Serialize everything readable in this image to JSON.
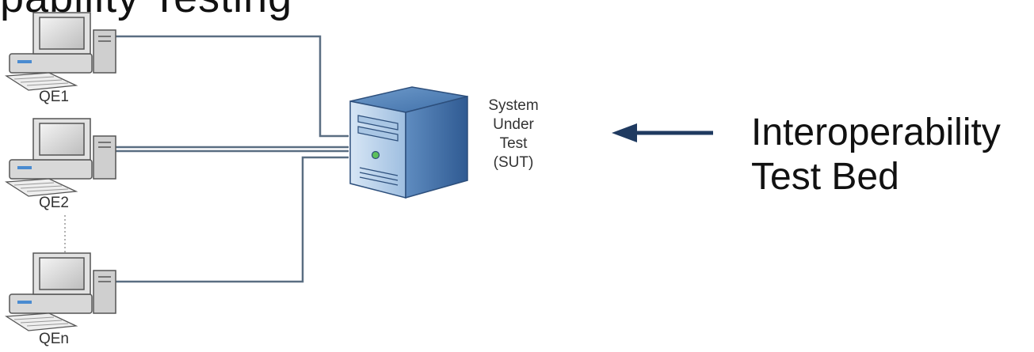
{
  "heading_fragment": "pability Testing",
  "workstations": [
    {
      "label": "QE1"
    },
    {
      "label": "QE2"
    },
    {
      "label": "QEn"
    }
  ],
  "server": {
    "label_lines": [
      "System",
      "Under",
      "Test",
      "(SUT)"
    ]
  },
  "testbed": {
    "label_lines": [
      "Interoperability",
      "Test Bed"
    ]
  },
  "colors": {
    "wire": "#5a6e82",
    "arrow": "#1f3a60",
    "server_body": "#7fa6d0",
    "server_front": "#c9dcef",
    "pc_body": "#d8d8d8"
  }
}
